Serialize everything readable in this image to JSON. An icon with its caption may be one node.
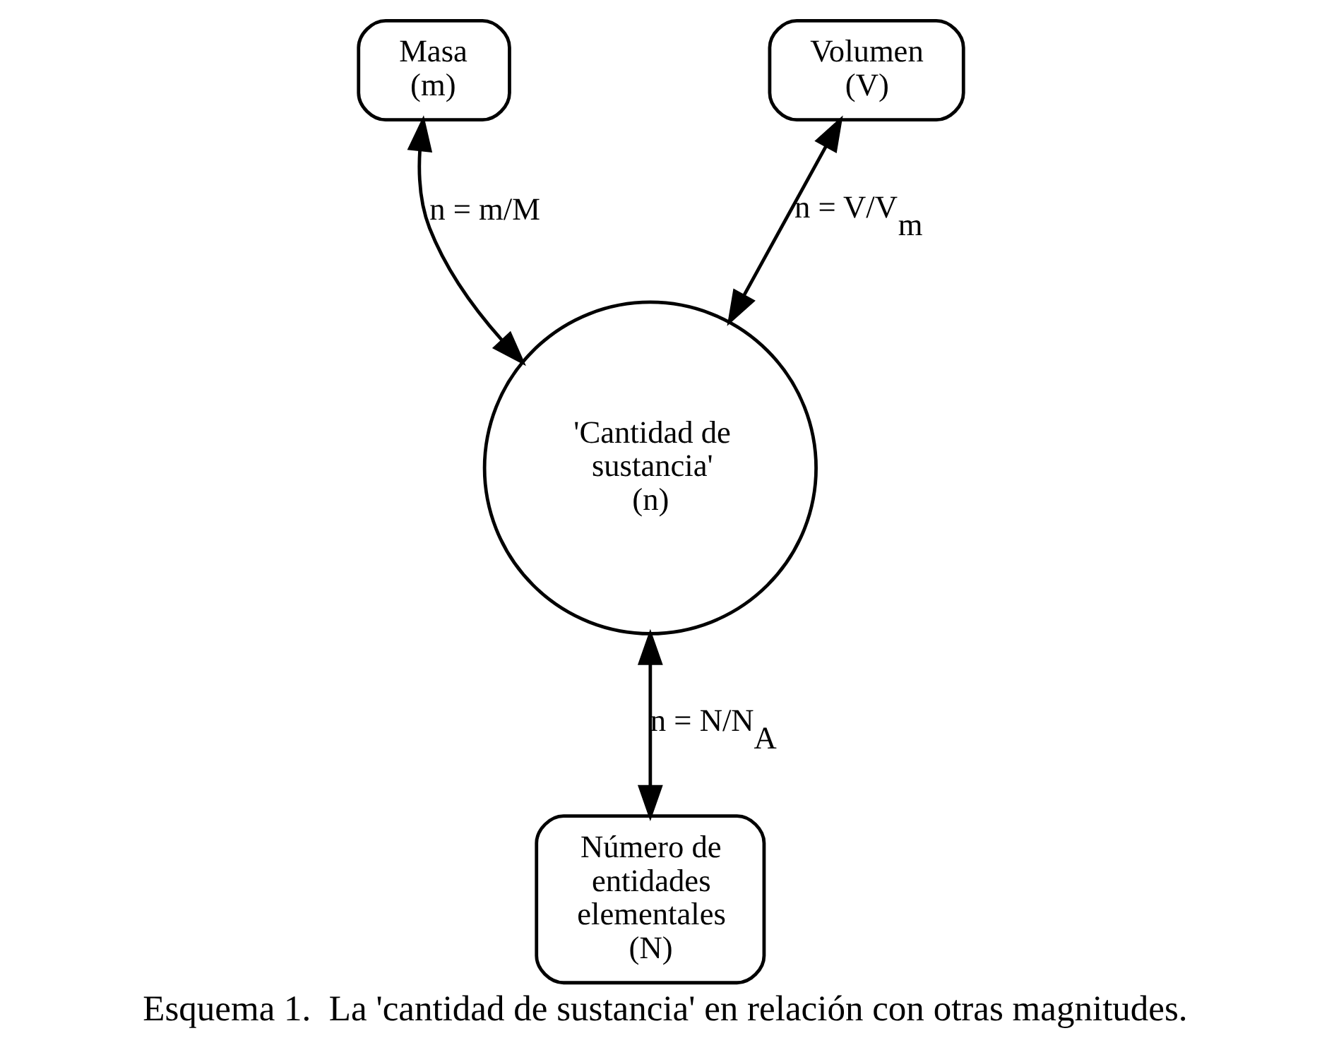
{
  "diagram": {
    "caption": "Esquema 1.  La 'cantidad de sustancia' en relación con otras magnitudes.",
    "nodes": [
      {
        "text": [
          "Masa",
          "(m)"
        ]
      },
      {
        "text": [
          "Volumen",
          "(V)"
        ]
      },
      {
        "text": [
          "'Cantidad de sustancia'",
          "(n)"
        ]
      },
      {
        "text": [
          "Número de entidades elementales",
          "(N)"
        ]
      }
    ],
    "edges": [
      {
        "from": 0,
        "to": 2,
        "arrow": "both",
        "label": "n = m/M"
      },
      {
        "from": 1,
        "to": 2,
        "arrow": "both",
        "label": "n = V/V$_{m}$"
      },
      {
        "from": 2,
        "to": 3,
        "arrow": "both",
        "label": "n = N/N$_{A}$"
      }
    ]
  }
}
